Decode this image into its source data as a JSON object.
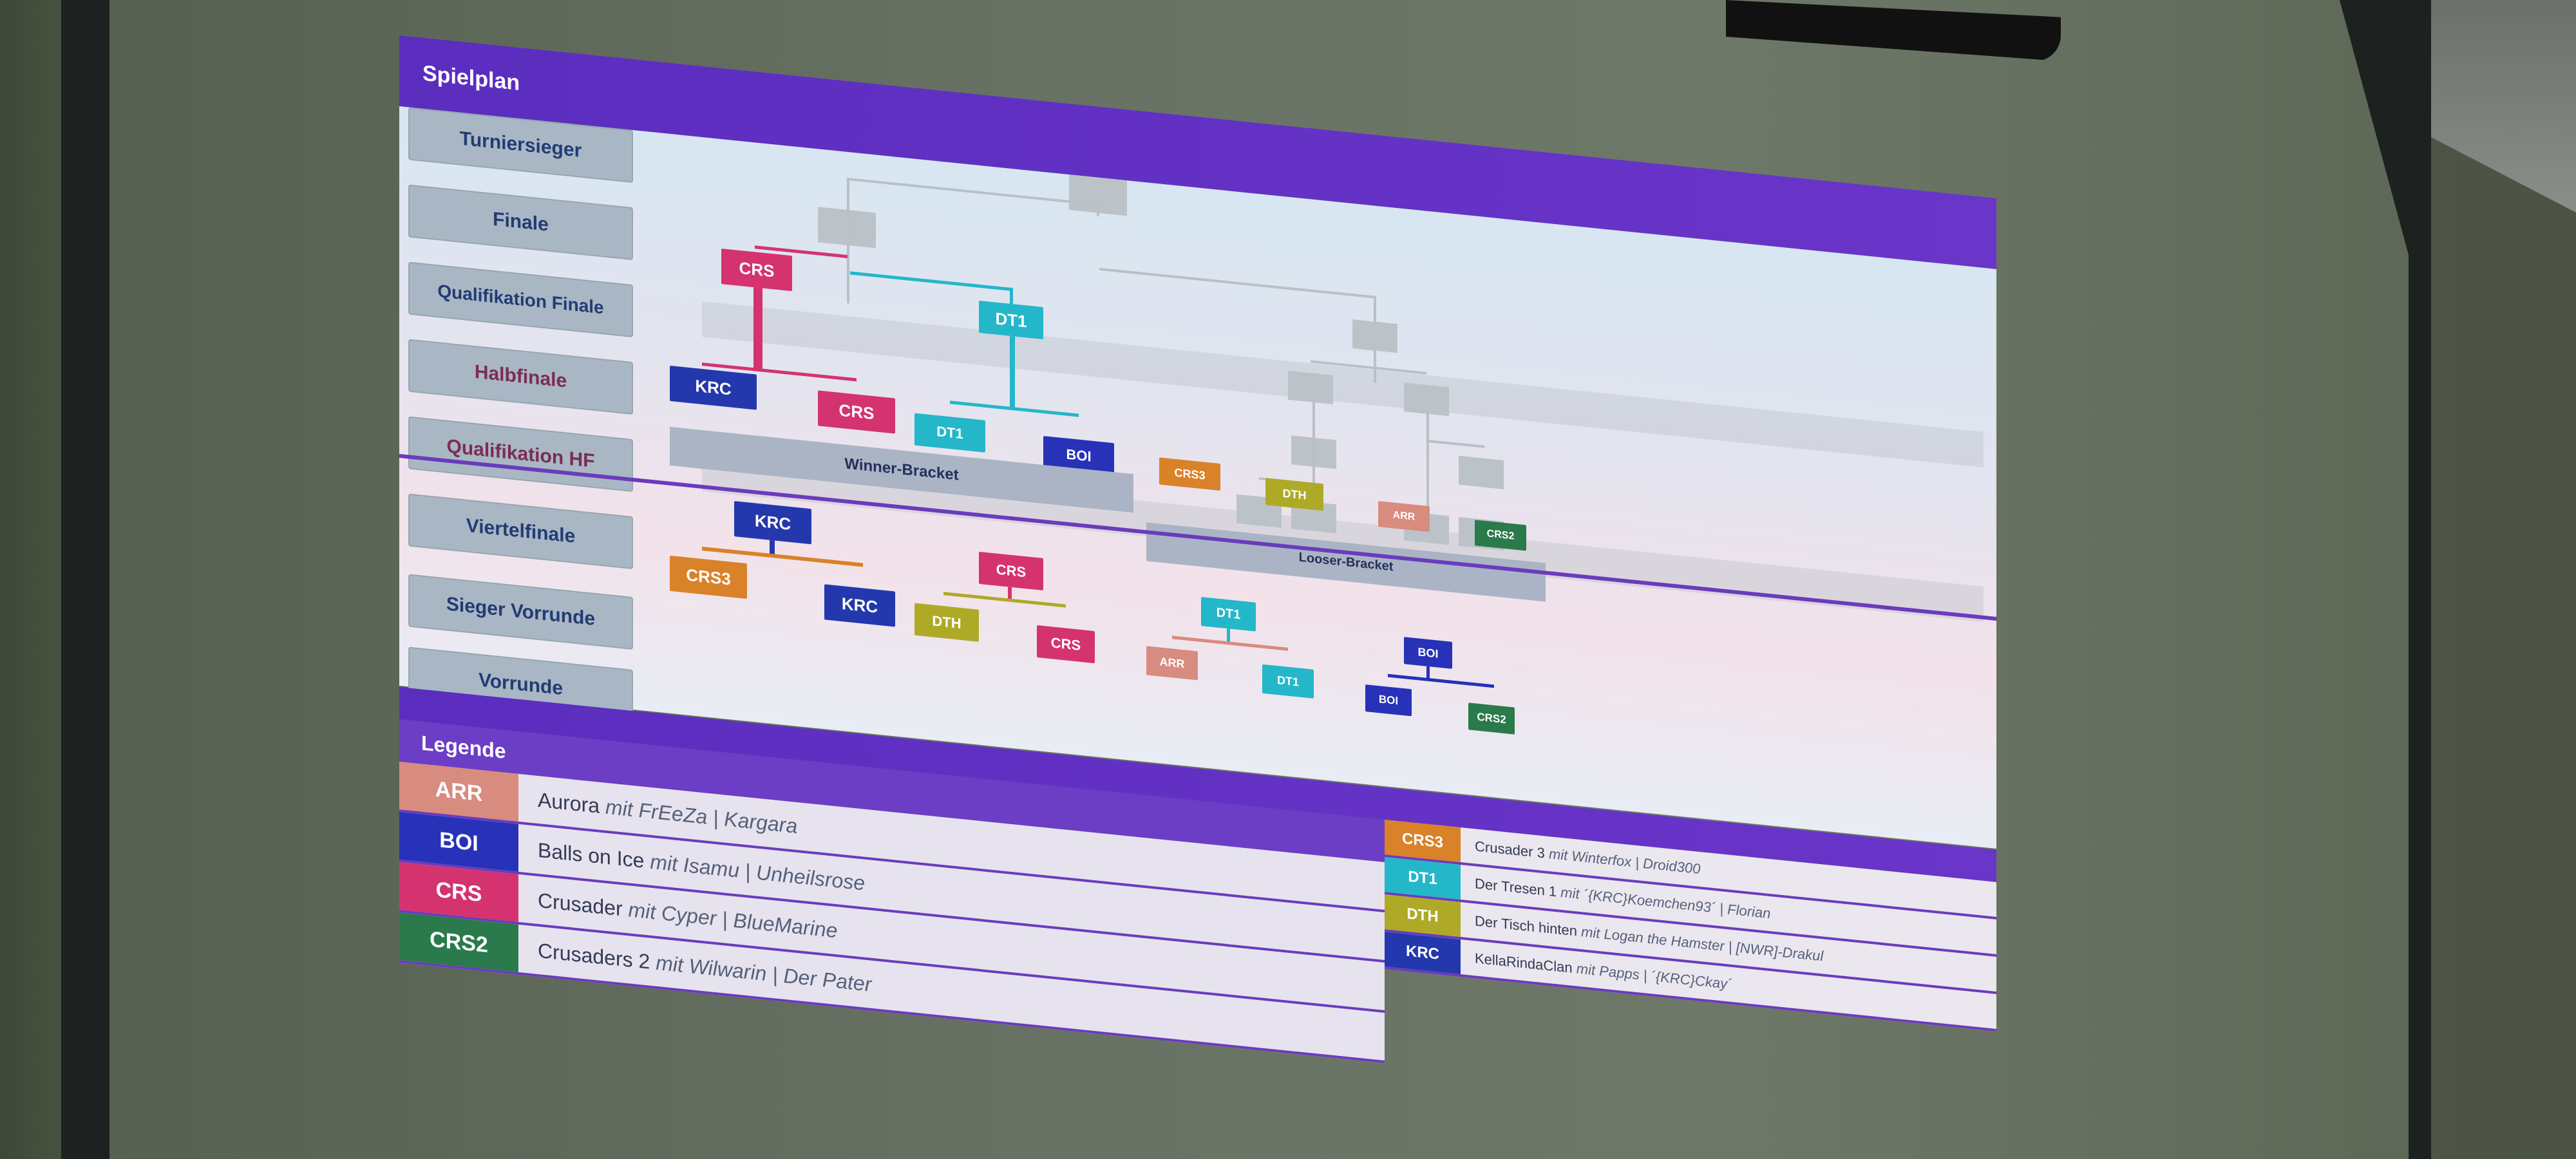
{
  "header": {
    "title": "Spielplan"
  },
  "rows": {
    "r1": "Turniersieger",
    "r2": "Finale",
    "r3": "Qualifikation Finale",
    "r4": "Halbfinale",
    "r5": "Qualifikation HF",
    "r6": "Viertelfinale",
    "r7": "Sieger Vorrunde",
    "r8": "Vorrunde"
  },
  "brackets": {
    "winner": "Winner-Bracket",
    "looser": "Looser-Bracket"
  },
  "colors": {
    "ARR": "#d88b7f",
    "BOI": "#2732b8",
    "CRS": "#d4336f",
    "CRS2": "#2a7a4b",
    "CRS3": "#d9822a",
    "DT1": "#23b7c9",
    "DTH": "#aeaa27",
    "KRC": "#2438ad",
    "purple": "#6a35c9"
  },
  "teams": {
    "halbfinale": [
      "CRS",
      "DT1"
    ],
    "viertelfinale": [
      "KRC",
      "CRS",
      "DT1",
      "BOI",
      "CRS3",
      "DTH",
      "ARR",
      "CRS2"
    ],
    "sieger_vorrunde": [
      "KRC",
      "CRS",
      "DT1",
      "BOI"
    ],
    "vorrunde": [
      "CRS3",
      "KRC",
      "DTH",
      "CRS",
      "ARR",
      "DT1",
      "BOI",
      "CRS2"
    ]
  },
  "legend": {
    "title": "Legende",
    "left": [
      {
        "code": "ARR",
        "name": "Aurora",
        "mit": "mit",
        "members": "FrEeZa | Kargara"
      },
      {
        "code": "BOI",
        "name": "Balls on Ice",
        "mit": "mit",
        "members": "Isamu | Unheilsrose"
      },
      {
        "code": "CRS",
        "name": "Crusader",
        "mit": "mit",
        "members": "Cyper | BlueMarine"
      },
      {
        "code": "CRS2",
        "name": "Crusaders 2",
        "mit": "mit",
        "members": "Wilwarin | Der Pater"
      }
    ],
    "right": [
      {
        "code": "CRS3",
        "name": "Crusader 3",
        "mit": "mit",
        "members": "Winterfox | Droid300"
      },
      {
        "code": "DT1",
        "name": "Der Tresen 1",
        "mit": "mit",
        "members": "´{KRC}Koemchen93´ | Florian"
      },
      {
        "code": "DTH",
        "name": "Der Tisch hinten",
        "mit": "mit",
        "members": "Logan the Hamster | [NWR]-Drakul"
      },
      {
        "code": "KRC",
        "name": "KellaRindaClan",
        "mit": "mit",
        "members": "Papps | ´{KRC}Ckay´"
      }
    ]
  }
}
